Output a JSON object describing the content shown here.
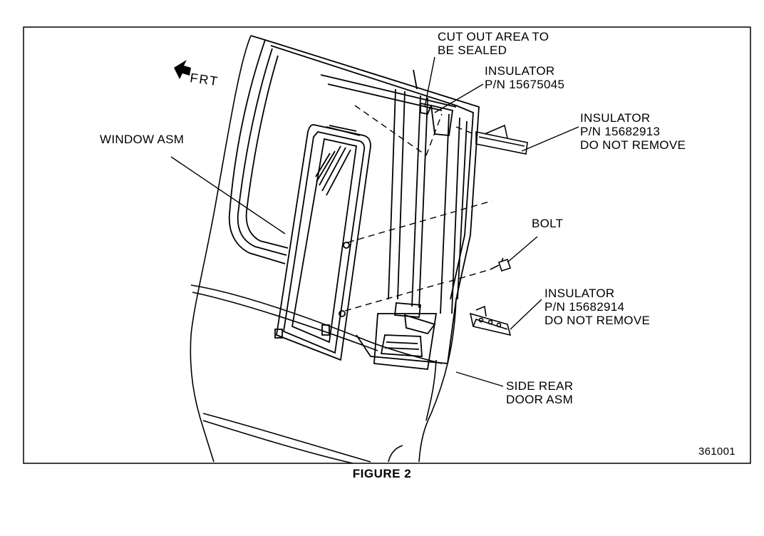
{
  "figure": {
    "caption": "FIGURE 2",
    "figure_number": "361001",
    "direction_label": "FRT",
    "labels": {
      "cut_out": [
        "CUT OUT AREA TO",
        "BE SEALED"
      ],
      "insulator_top": [
        "INSULATOR",
        "P/N 15675045"
      ],
      "insulator_upper_right": [
        "INSULATOR",
        "P/N 15682913",
        "DO NOT REMOVE"
      ],
      "window_asm": [
        "WINDOW ASM"
      ],
      "bolt": [
        "BOLT"
      ],
      "insulator_lower_right": [
        "INSULATOR",
        "P/N 15682914",
        "DO NOT REMOVE"
      ],
      "side_rear_door": [
        "SIDE REAR",
        "DOOR ASM"
      ]
    }
  }
}
